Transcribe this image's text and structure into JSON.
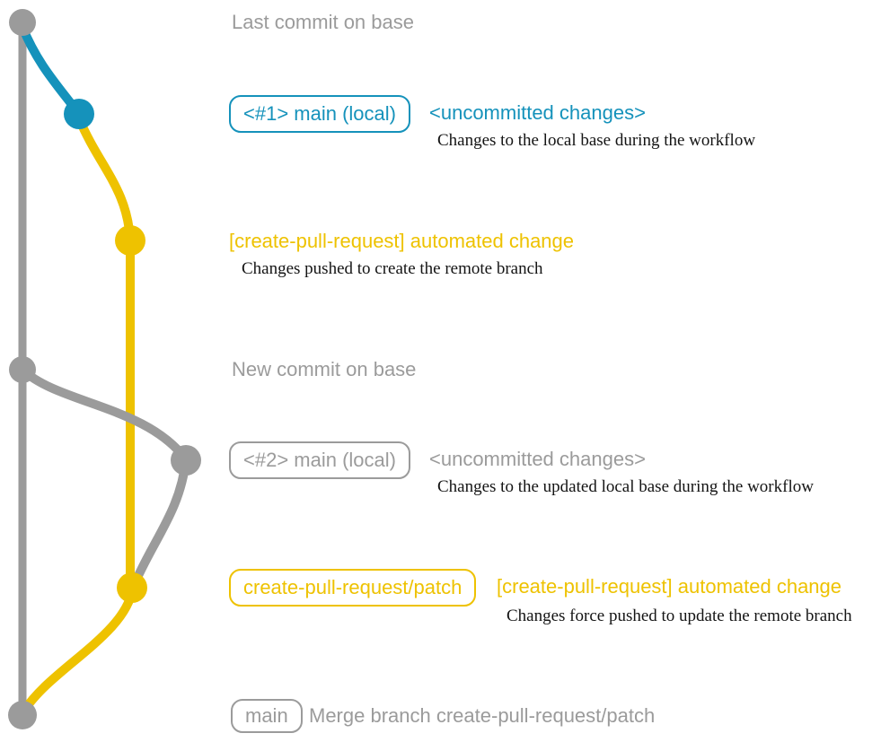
{
  "colors": {
    "gray": "#9b9b9b",
    "blue": "#1592bb",
    "yellow": "#eec200",
    "ink": "#141414"
  },
  "graph": {
    "base_branch_color": "gray",
    "local_branch_color": "blue",
    "remote_branch_color": "yellow",
    "commit_sequence": [
      "last-commit-on-base",
      "local-uncommitted-1",
      "create-pull-request-push",
      "new-commit-on-base",
      "local-uncommitted-2",
      "create-pull-request-force-push",
      "merge-commit"
    ]
  },
  "annotations": {
    "base_top_label": "Last commit on base",
    "row1": {
      "pill": "<#1> main (local)",
      "status": "<uncommitted changes>",
      "desc": "Changes to the local base during the workflow"
    },
    "row2": {
      "title": "[create-pull-request] automated change",
      "desc": "Changes pushed to create the remote branch"
    },
    "base_mid_label": "New commit on base",
    "row3": {
      "pill": "<#2> main (local)",
      "status": "<uncommitted changes>",
      "desc": "Changes to the updated local base during the workflow"
    },
    "row4": {
      "pill": "create-pull-request/patch",
      "title": "[create-pull-request] automated change",
      "desc": "Changes force pushed to update the remote branch"
    },
    "row5": {
      "pill": "main",
      "text": "Merge branch create-pull-request/patch"
    }
  }
}
